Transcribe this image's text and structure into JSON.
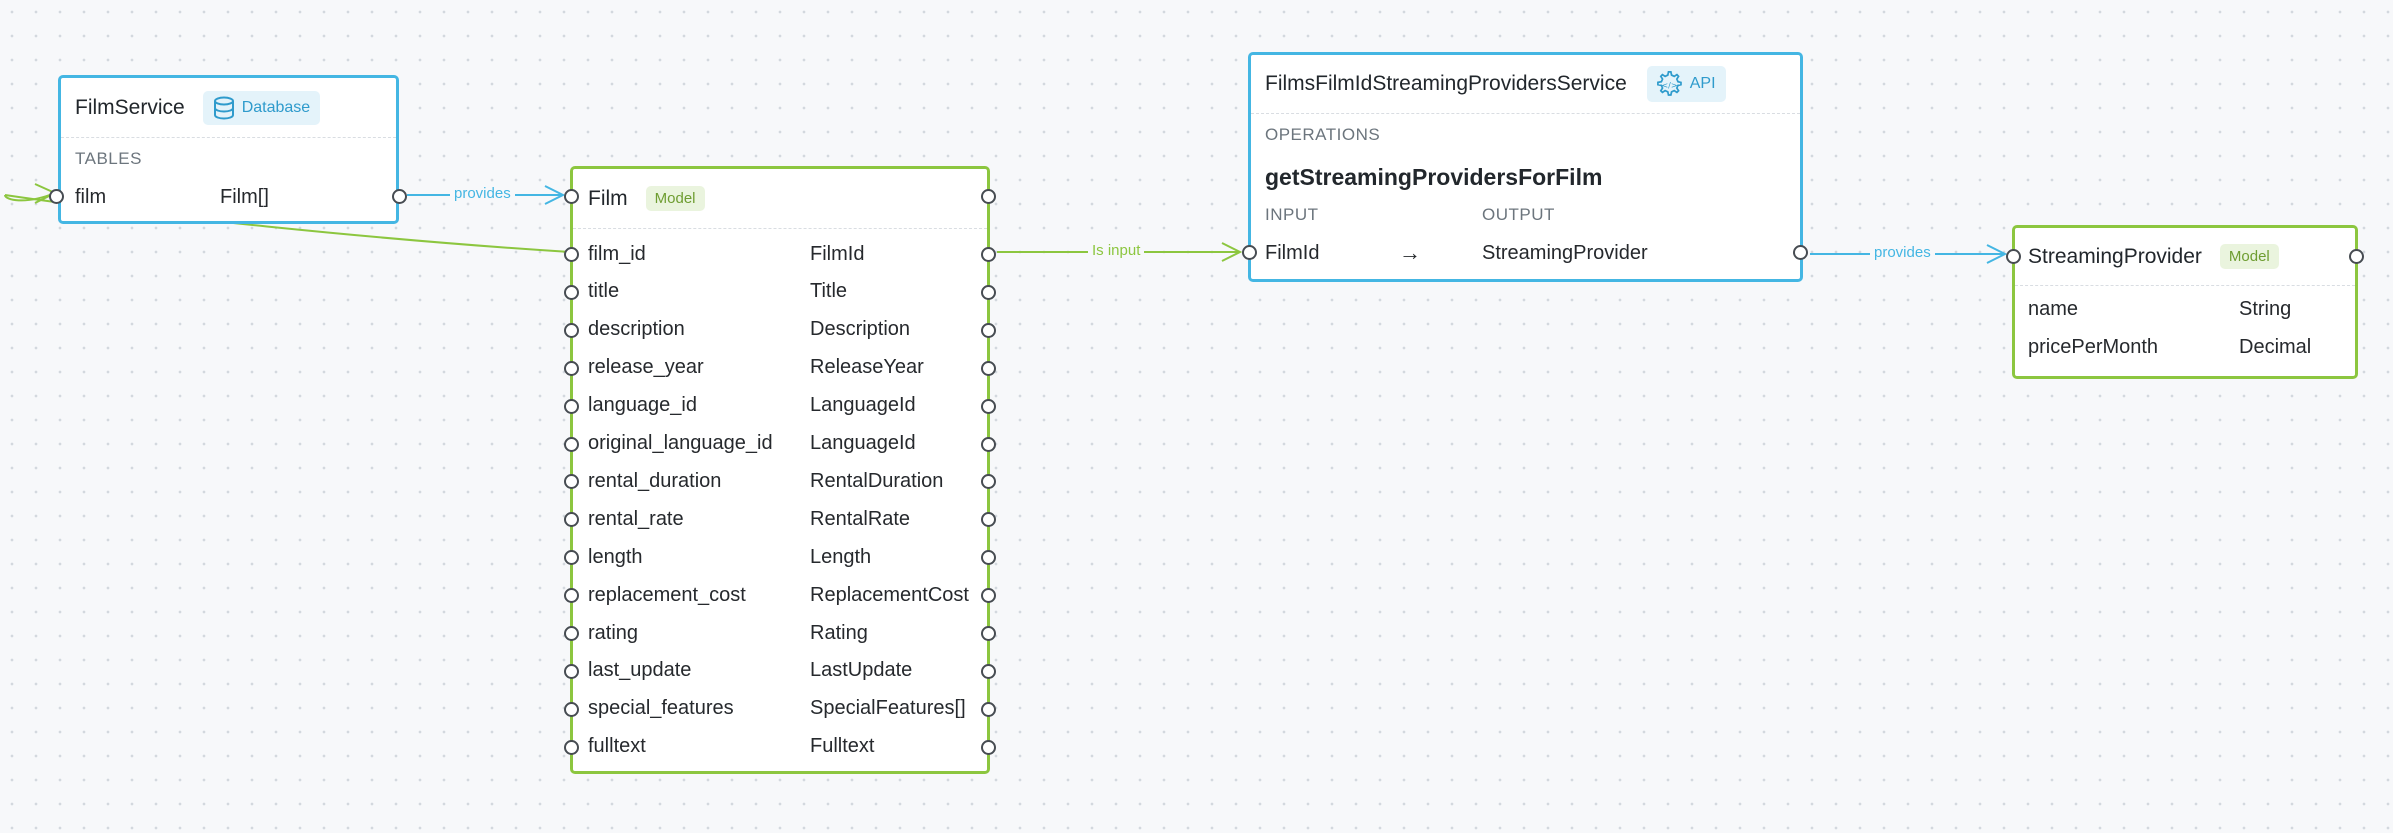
{
  "film_service": {
    "title": "FilmService",
    "badge": "Database",
    "section": "TABLES",
    "rows": [
      {
        "name": "film",
        "type": "Film[]"
      }
    ]
  },
  "film": {
    "title": "Film",
    "badge": "Model",
    "fields": [
      {
        "name": "film_id",
        "type": "FilmId"
      },
      {
        "name": "title",
        "type": "Title"
      },
      {
        "name": "description",
        "type": "Description"
      },
      {
        "name": "release_year",
        "type": "ReleaseYear"
      },
      {
        "name": "language_id",
        "type": "LanguageId"
      },
      {
        "name": "original_language_id",
        "type": "LanguageId"
      },
      {
        "name": "rental_duration",
        "type": "RentalDuration"
      },
      {
        "name": "rental_rate",
        "type": "RentalRate"
      },
      {
        "name": "length",
        "type": "Length"
      },
      {
        "name": "replacement_cost",
        "type": "ReplacementCost"
      },
      {
        "name": "rating",
        "type": "Rating"
      },
      {
        "name": "last_update",
        "type": "LastUpdate"
      },
      {
        "name": "special_features",
        "type": "SpecialFeatures[]"
      },
      {
        "name": "fulltext",
        "type": "Fulltext"
      }
    ]
  },
  "api_service": {
    "title": "FilmsFilmIdStreamingProvidersService",
    "badge": "API",
    "section": "OPERATIONS",
    "operation": "getStreamingProvidersForFilm",
    "input_label": "INPUT",
    "output_label": "OUTPUT",
    "input_type": "FilmId",
    "arrow": "→",
    "output_type": "StreamingProvider"
  },
  "streaming_provider": {
    "title": "StreamingProvider",
    "badge": "Model",
    "fields": [
      {
        "name": "name",
        "type": "String"
      },
      {
        "name": "pricePerMonth",
        "type": "Decimal"
      }
    ]
  },
  "edges": {
    "provides_1": "provides",
    "is_input_1": "Is input",
    "is_input_2": "Is input",
    "provides_2": "provides"
  },
  "colors": {
    "service": "#44b6e3",
    "model": "#8cc63f",
    "port": "#474c52"
  }
}
